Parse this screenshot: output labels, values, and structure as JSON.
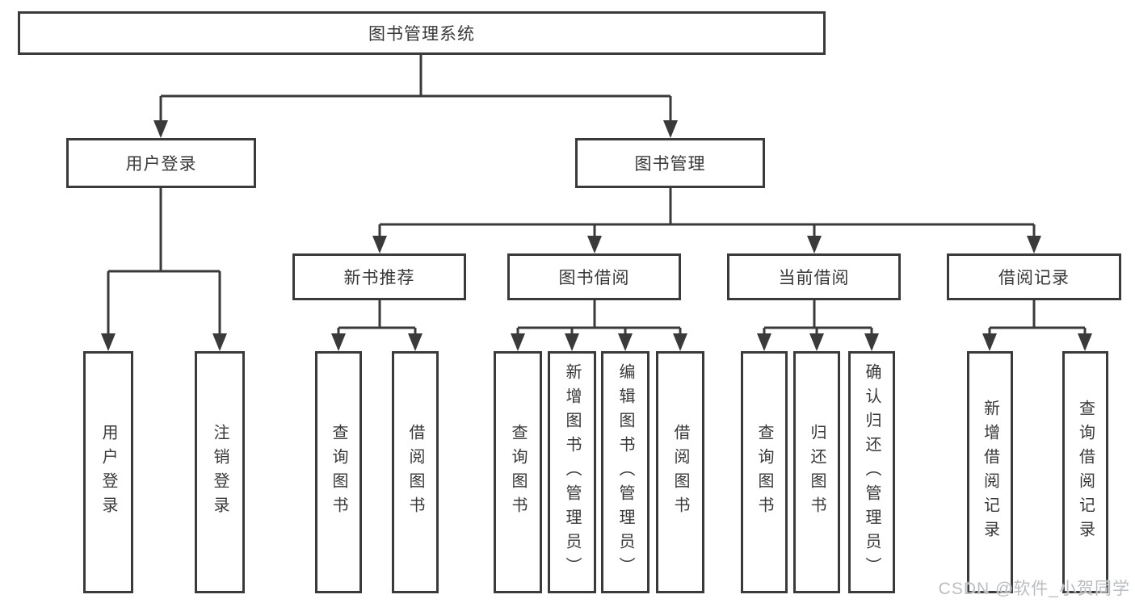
{
  "diagram": {
    "type": "tree-structure-chart",
    "watermark": "CSDN @软件_小贺同学",
    "colors": {
      "line": "#3a3a3a",
      "text": "#383838",
      "background": "#ffffff"
    },
    "nodes": {
      "root": {
        "label": "图书管理系统"
      },
      "user_login": {
        "label": "用户登录"
      },
      "book_mgmt": {
        "label": "图书管理"
      },
      "new_book_rec": {
        "label": "新书推荐"
      },
      "book_borrow": {
        "label": "图书借阅"
      },
      "current_borrow": {
        "label": "当前借阅"
      },
      "borrow_record": {
        "label": "借阅记录"
      },
      "leaf_user_login": {
        "label": "用户登录"
      },
      "leaf_logout": {
        "label": "注销登录"
      },
      "leaf_query_book_1": {
        "label": "查询图书"
      },
      "leaf_borrow_book_1": {
        "label": "借阅图书"
      },
      "leaf_query_book_2": {
        "label": "查询图书"
      },
      "leaf_add_book": {
        "label": "新增图书（管理员）"
      },
      "leaf_edit_book": {
        "label": "编辑图书（管理员）"
      },
      "leaf_borrow_book_2": {
        "label": "借阅图书"
      },
      "leaf_query_book_3": {
        "label": "查询图书"
      },
      "leaf_return_book": {
        "label": "归还图书"
      },
      "leaf_confirm_return": {
        "label": "确认归还（管理员）"
      },
      "leaf_add_borrow_record": {
        "label": "新增借阅记录"
      },
      "leaf_query_borrow_record": {
        "label": "查询借阅记录"
      }
    },
    "edges": [
      {
        "from": "root",
        "to": [
          "user_login",
          "book_mgmt"
        ]
      },
      {
        "from": "user_login",
        "to": [
          "leaf_user_login",
          "leaf_logout"
        ]
      },
      {
        "from": "book_mgmt",
        "to": [
          "new_book_rec",
          "book_borrow",
          "current_borrow",
          "borrow_record"
        ]
      },
      {
        "from": "new_book_rec",
        "to": [
          "leaf_query_book_1",
          "leaf_borrow_book_1"
        ]
      },
      {
        "from": "book_borrow",
        "to": [
          "leaf_query_book_2",
          "leaf_add_book",
          "leaf_edit_book",
          "leaf_borrow_book_2"
        ]
      },
      {
        "from": "current_borrow",
        "to": [
          "leaf_query_book_3",
          "leaf_return_book",
          "leaf_confirm_return"
        ]
      },
      {
        "from": "borrow_record",
        "to": [
          "leaf_add_borrow_record",
          "leaf_query_borrow_record"
        ]
      }
    ]
  }
}
